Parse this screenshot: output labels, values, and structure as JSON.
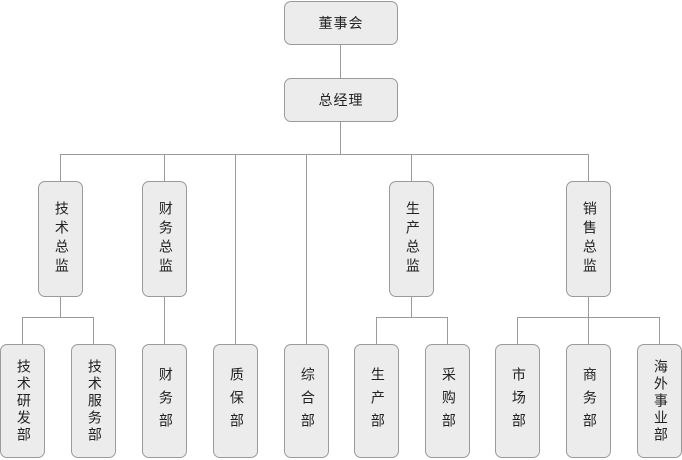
{
  "org_chart": {
    "board": "董事会",
    "gm": "总经理",
    "tech_director": "技术总监",
    "finance_director": "财务总监",
    "quality_dept": "质保部",
    "general_dept": "综合部",
    "production_director": "生产总监",
    "sales_director": "销售总监",
    "tech_rd_dept": "技术研发部",
    "tech_service_dept": "技术服务部",
    "finance_dept": "财务部",
    "production_dept": "生产部",
    "purchasing_dept": "采购部",
    "market_dept": "市场部",
    "business_dept": "商务部",
    "overseas_dept": "海外事业部"
  }
}
